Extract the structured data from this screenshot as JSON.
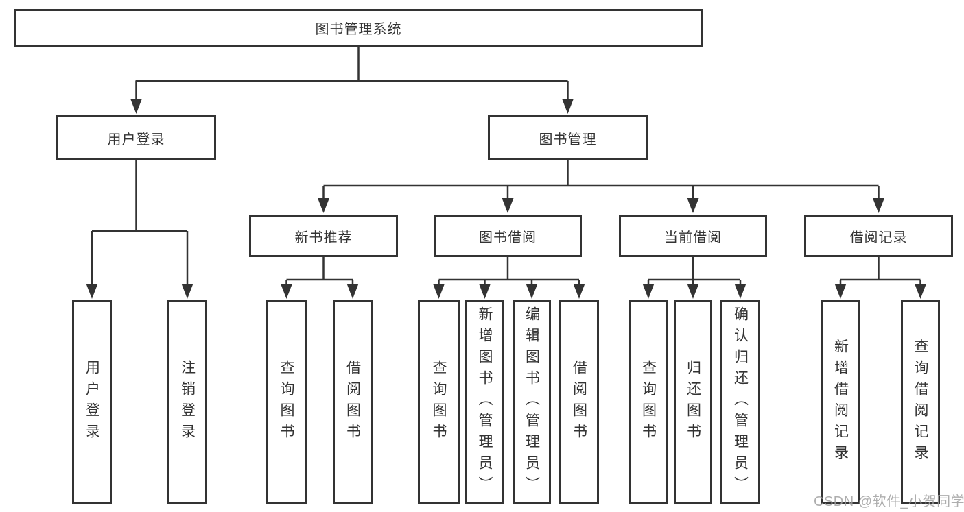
{
  "diagram": {
    "root": {
      "label": "图书管理系统"
    },
    "level2": [
      {
        "label": "用户登录"
      },
      {
        "label": "图书管理"
      }
    ],
    "level3": [
      {
        "label": "新书推荐"
      },
      {
        "label": "图书借阅"
      },
      {
        "label": "当前借阅"
      },
      {
        "label": "借阅记录"
      }
    ],
    "leaves": [
      {
        "label": "用户登录"
      },
      {
        "label": "注销登录"
      },
      {
        "label": "查询图书"
      },
      {
        "label": "借阅图书"
      },
      {
        "label": "查询图书"
      },
      {
        "label": "新增图书（管理员）"
      },
      {
        "label": "编辑图书（管理员）"
      },
      {
        "label": "借阅图书"
      },
      {
        "label": "查询图书"
      },
      {
        "label": "归还图书"
      },
      {
        "label": "确认归还（管理员）"
      },
      {
        "label": "新增借阅记录"
      },
      {
        "label": "查询借阅记录"
      }
    ]
  },
  "watermark": {
    "text": "CSDN @软件_小贺同学"
  },
  "colors": {
    "line": "#333333",
    "box_border": "#333333",
    "text": "#333333",
    "background": "#ffffff",
    "watermark": "#a0a0a0"
  }
}
